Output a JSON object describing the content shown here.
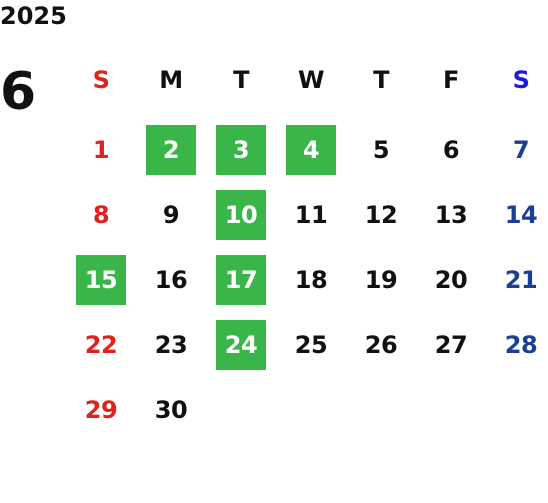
{
  "calendar": {
    "year": "2025",
    "month": "6",
    "weekdays": [
      "S",
      "M",
      "T",
      "W",
      "T",
      "F",
      "S"
    ],
    "weeks": [
      [
        "1",
        "2",
        "3",
        "4",
        "5",
        "6",
        "7"
      ],
      [
        "8",
        "9",
        "10",
        "11",
        "12",
        "13",
        "14"
      ],
      [
        "15",
        "16",
        "17",
        "18",
        "19",
        "20",
        "21"
      ],
      [
        "22",
        "23",
        "24",
        "25",
        "26",
        "27",
        "28"
      ],
      [
        "29",
        "30",
        "",
        "",
        "",
        "",
        ""
      ]
    ],
    "highlighted_days": [
      "2",
      "3",
      "4",
      "10",
      "15",
      "17",
      "24"
    ],
    "colors": {
      "sunday": "#e0221c",
      "saturday_header": "#1a1adc",
      "saturday": "#1a3f94",
      "highlight": "#3ab54a"
    }
  }
}
